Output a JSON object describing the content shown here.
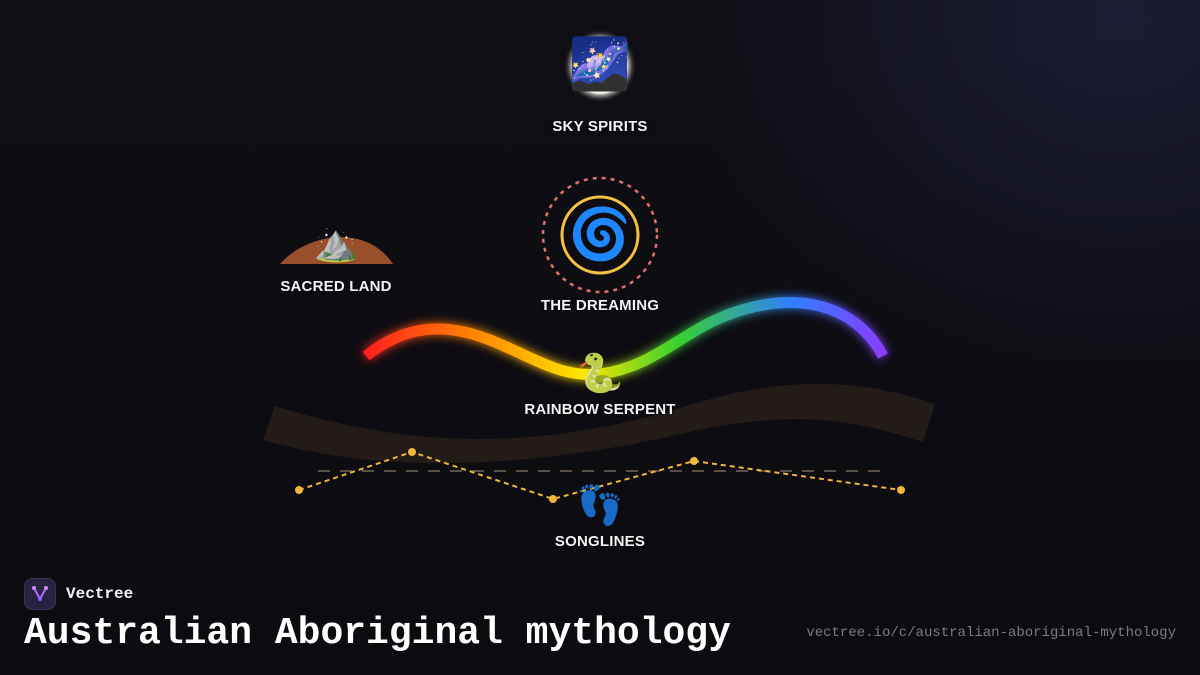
{
  "diagram": {
    "nodes": {
      "sky_spirits": {
        "label": "SKY SPIRITS",
        "icon": "milky-way-icon",
        "glyph": "🌌"
      },
      "sacred_land": {
        "label": "SACRED LAND",
        "icon": "mountain-icon",
        "glyph": "⛰️"
      },
      "the_dreaming": {
        "label": "THE DREAMING",
        "icon": "cyclone-spiral-icon",
        "glyph": "🌀"
      },
      "rainbow_serpent": {
        "label": "RAINBOW SERPENT",
        "icon": "snake-icon",
        "glyph": "🐍"
      },
      "songlines": {
        "label": "SONGLINES",
        "icon": "footprints-icon",
        "glyph": "👣"
      }
    },
    "colors": {
      "dreaming_ring": "#f6c142",
      "dreaming_dashed_ring": "#e0706a",
      "songline_path": "#f0b73a",
      "earth_band": "#231b18",
      "sacred_land_mound": "#9a4f2b",
      "serpent_gradient": [
        "#ff1f1f",
        "#ff8a00",
        "#ffe600",
        "#39d12e",
        "#2f7fff",
        "#8a3cff"
      ]
    }
  },
  "footer": {
    "brand_name": "Vectree",
    "brand_icon": "vectree-logo-icon",
    "title": "Australian Aboriginal mythology",
    "url": "vectree.io/c/australian-aboriginal-mythology"
  }
}
